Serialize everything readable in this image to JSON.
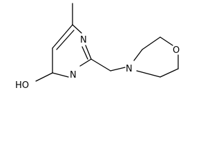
{
  "molecule": {
    "atoms": {
      "n_upper": "N",
      "n_lower": "N",
      "n_morpholine": "N",
      "o_morpholine": "O",
      "hydroxyl": "HO"
    },
    "colors": {
      "bond": "#000000",
      "label": "#000000",
      "background": "#ffffff"
    }
  }
}
